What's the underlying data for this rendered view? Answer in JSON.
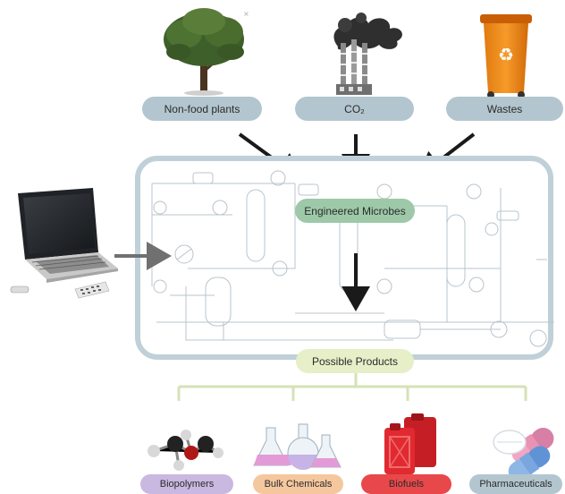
{
  "sources": [
    {
      "label": "Non-food plants"
    },
    {
      "label": "CO₂"
    },
    {
      "label": "Wastes"
    }
  ],
  "center": {
    "label": "Engineered Microbes"
  },
  "output": {
    "label": "Possible Products"
  },
  "products": [
    {
      "label": "Biopolymers",
      "color": "#c9b8e0"
    },
    {
      "label": "Bulk Chemicals",
      "color": "#f5c79e"
    },
    {
      "label": "Biofuels",
      "color": "#e8484a"
    },
    {
      "label": "Pharmaceuticals",
      "color": "#b3c6cf"
    }
  ],
  "colors": {
    "frame": "#c0d0d8",
    "source_pill": "#b3c6cf",
    "center_pill": "#9dc9a8",
    "output_pill": "#e6efc8",
    "arrow": "#1a1a1a",
    "laptop_arrow": "#707070",
    "bracket": "#d6e2b6"
  },
  "icons": {
    "tree": "tree-icon",
    "factory": "factory-icon",
    "bin": "recycling-bin-icon",
    "laptop": "laptop-icon",
    "molecule": "molecule-icon",
    "flasks": "flasks-icon",
    "canister": "fuel-canister-icon",
    "pills": "pills-icon"
  }
}
